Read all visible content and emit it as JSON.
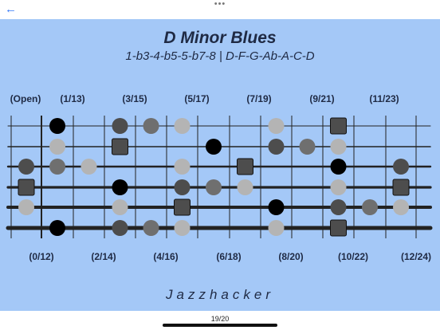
{
  "nav": {
    "back_icon": "arrow-left-icon",
    "more_icon": "ellipsis-icon",
    "more_text": "•••"
  },
  "chart": {
    "title": "D Minor Blues",
    "subtitle": "1-b3-4-b5-5-b7-8 | D-F-G-Ab-A-C-D",
    "top_fret_labels": [
      "(Open)",
      "(1/13)",
      "(3/15)",
      "(5/17)",
      "(7/19)",
      "(9/21)",
      "(11/23)"
    ],
    "bottom_fret_labels": [
      "(0/12)",
      "(2/14)",
      "(4/16)",
      "(6/18)",
      "(8/20)",
      "(10/22)",
      "(12/24)"
    ],
    "colors": {
      "panel": "#a4c8f7",
      "black": "#000000",
      "dark": "#4d4d4d",
      "mid": "#6f6f6f",
      "light": "#b4b4b4",
      "string": "#222222"
    },
    "notes": [
      {
        "s": 0,
        "f": 1,
        "shape": "circle",
        "tone": "black"
      },
      {
        "s": 0,
        "f": 3,
        "shape": "circle",
        "tone": "dark"
      },
      {
        "s": 0,
        "f": 4,
        "shape": "circle",
        "tone": "mid"
      },
      {
        "s": 0,
        "f": 5,
        "shape": "circle",
        "tone": "light"
      },
      {
        "s": 0,
        "f": 8,
        "shape": "circle",
        "tone": "light"
      },
      {
        "s": 0,
        "f": 10,
        "shape": "square",
        "tone": "dark"
      },
      {
        "s": 1,
        "f": 1,
        "shape": "circle",
        "tone": "light"
      },
      {
        "s": 1,
        "f": 3,
        "shape": "square",
        "tone": "dark"
      },
      {
        "s": 1,
        "f": 6,
        "shape": "circle",
        "tone": "black"
      },
      {
        "s": 1,
        "f": 8,
        "shape": "circle",
        "tone": "dark"
      },
      {
        "s": 1,
        "f": 9,
        "shape": "circle",
        "tone": "mid"
      },
      {
        "s": 1,
        "f": 10,
        "shape": "circle",
        "tone": "light"
      },
      {
        "s": 2,
        "f": 0,
        "shape": "circle",
        "tone": "dark"
      },
      {
        "s": 2,
        "f": 1,
        "shape": "circle",
        "tone": "mid"
      },
      {
        "s": 2,
        "f": 2,
        "shape": "circle",
        "tone": "light"
      },
      {
        "s": 2,
        "f": 5,
        "shape": "circle",
        "tone": "light"
      },
      {
        "s": 2,
        "f": 7,
        "shape": "square",
        "tone": "dark"
      },
      {
        "s": 2,
        "f": 10,
        "shape": "circle",
        "tone": "black"
      },
      {
        "s": 2,
        "f": 12,
        "shape": "circle",
        "tone": "dark"
      },
      {
        "s": 3,
        "f": 0,
        "shape": "square",
        "tone": "dark"
      },
      {
        "s": 3,
        "f": 3,
        "shape": "circle",
        "tone": "black"
      },
      {
        "s": 3,
        "f": 5,
        "shape": "circle",
        "tone": "dark"
      },
      {
        "s": 3,
        "f": 6,
        "shape": "circle",
        "tone": "mid"
      },
      {
        "s": 3,
        "f": 7,
        "shape": "circle",
        "tone": "light"
      },
      {
        "s": 3,
        "f": 10,
        "shape": "circle",
        "tone": "light"
      },
      {
        "s": 3,
        "f": 12,
        "shape": "square",
        "tone": "dark"
      },
      {
        "s": 4,
        "f": 0,
        "shape": "circle",
        "tone": "light"
      },
      {
        "s": 4,
        "f": 3,
        "shape": "circle",
        "tone": "light"
      },
      {
        "s": 4,
        "f": 5,
        "shape": "square",
        "tone": "dark"
      },
      {
        "s": 4,
        "f": 8,
        "shape": "circle",
        "tone": "black"
      },
      {
        "s": 4,
        "f": 10,
        "shape": "circle",
        "tone": "dark"
      },
      {
        "s": 4,
        "f": 11,
        "shape": "circle",
        "tone": "mid"
      },
      {
        "s": 4,
        "f": 12,
        "shape": "circle",
        "tone": "light"
      },
      {
        "s": 5,
        "f": 1,
        "shape": "circle",
        "tone": "black"
      },
      {
        "s": 5,
        "f": 3,
        "shape": "circle",
        "tone": "dark"
      },
      {
        "s": 5,
        "f": 4,
        "shape": "circle",
        "tone": "mid"
      },
      {
        "s": 5,
        "f": 5,
        "shape": "circle",
        "tone": "light"
      },
      {
        "s": 5,
        "f": 8,
        "shape": "circle",
        "tone": "light"
      },
      {
        "s": 5,
        "f": 10,
        "shape": "square",
        "tone": "dark"
      }
    ]
  },
  "brand": "Jazzhacker",
  "pager": "19/20"
}
